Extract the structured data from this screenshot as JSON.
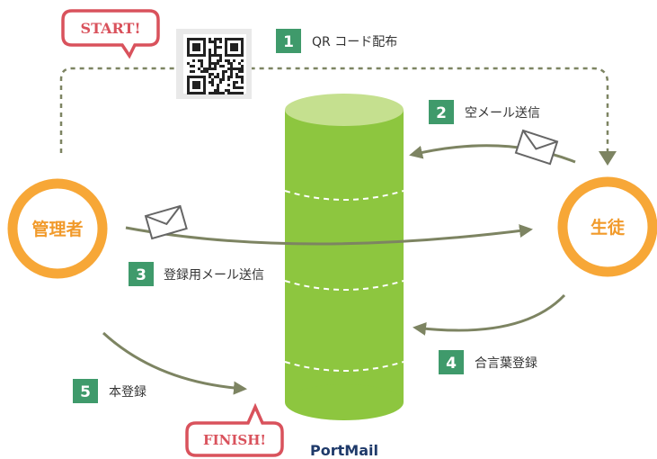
{
  "steps": [
    {
      "num": "1",
      "label": "QR コード配布"
    },
    {
      "num": "2",
      "label": "空メール送信"
    },
    {
      "num": "3",
      "label": "登録用メール送信"
    },
    {
      "num": "4",
      "label": "合言葉登録"
    },
    {
      "num": "5",
      "label": "本登録"
    }
  ],
  "actors": {
    "admin": "管理者",
    "student": "生徒"
  },
  "badges": {
    "start": "START!",
    "finish": "FINISH!"
  },
  "system": {
    "name": "PortMail"
  },
  "colors": {
    "cylinder": "#8dc63f",
    "cylinder_top": "#c5e08f",
    "circle": "#f7a737",
    "step_badge": "#3f9a6b",
    "arrow": "#7d8462",
    "badge_border": "#d9525c",
    "system_label": "#1f3a6a"
  }
}
